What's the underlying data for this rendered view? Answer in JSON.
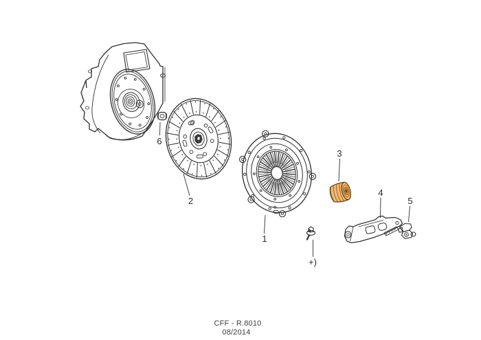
{
  "diagram": {
    "type": "exploded-parts-diagram",
    "subject": "clutch-assembly",
    "footer": {
      "code": "CFF - R.8010",
      "date": "08/2014"
    },
    "colors": {
      "line": "#2d2d2d",
      "background": "#ffffff",
      "highlight_fill": "#f2bc76",
      "highlight_shade": "#d89040",
      "highlight_line": "#5a3a15"
    },
    "callouts": [
      {
        "label": "1",
        "part": "clutch-pressure-plate",
        "highlighted": false
      },
      {
        "label": "2",
        "part": "clutch-disc",
        "highlighted": false
      },
      {
        "label": "3",
        "part": "release-bearing",
        "highlighted": true
      },
      {
        "label": "4",
        "part": "release-fork",
        "highlighted": false
      },
      {
        "label": "5",
        "part": "pivot-bracket",
        "highlighted": false
      },
      {
        "label": "6",
        "part": "nut",
        "highlighted": false
      },
      {
        "label": "+)",
        "part": "bolt",
        "highlighted": false
      }
    ]
  }
}
